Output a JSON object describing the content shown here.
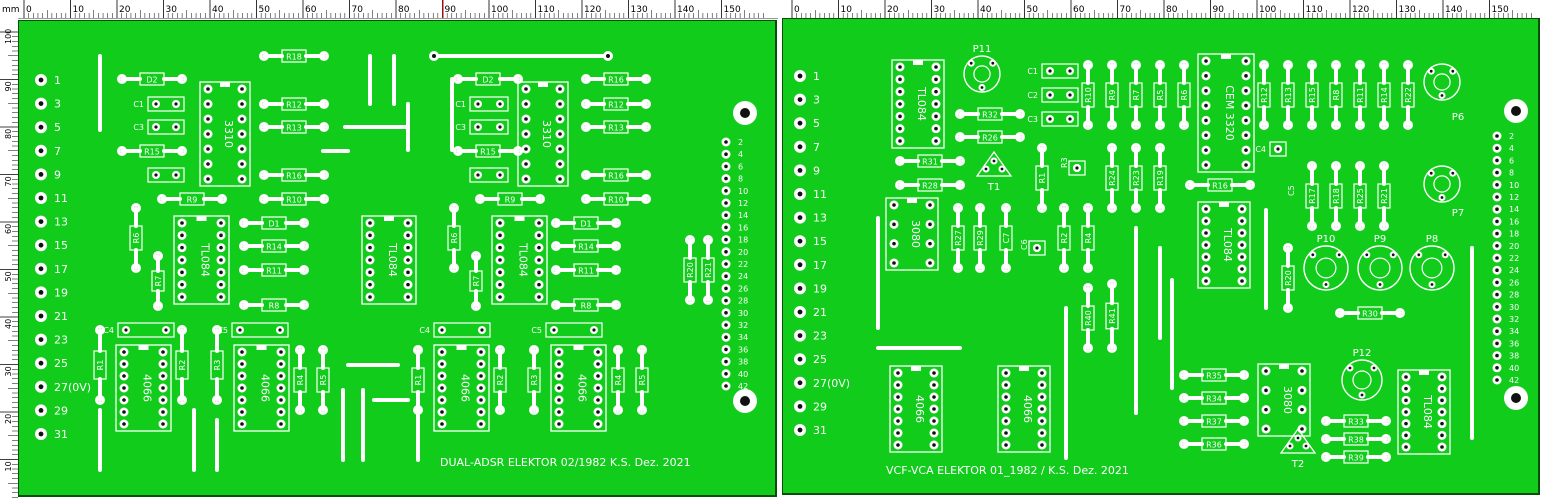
{
  "colors": {
    "board": "#11cc1b",
    "copper": "#ffffff",
    "silk": "#ffffff",
    "pad_hole": "#111111",
    "ruler_text": "#000000",
    "ruler_marker": "#cc0000"
  },
  "rulers": {
    "unit": "mm",
    "left_h_labels": [
      "0",
      "10",
      "20",
      "30",
      "40",
      "50",
      "60",
      "70",
      "80",
      "90",
      "100",
      "110",
      "120",
      "130",
      "140",
      "150"
    ],
    "right_h_labels": [
      "0",
      "10",
      "20",
      "30",
      "40",
      "50",
      "60",
      "70",
      "80",
      "90",
      "100",
      "110",
      "120",
      "130",
      "140",
      "150"
    ],
    "v_labels": [
      "100",
      "90",
      "80",
      "70",
      "60",
      "50",
      "40",
      "30",
      "20",
      "10"
    ]
  },
  "left_board": {
    "title": "DUAL-ADSR ELEKTOR 02/1982 K.S. Dez. 2021",
    "pins_left": [
      "1",
      "3",
      "5",
      "7",
      "9",
      "11",
      "13",
      "15",
      "17",
      "19",
      "21",
      "23",
      "25",
      "27(0V)",
      "29",
      "31"
    ],
    "pins_right": [
      "2",
      "4",
      "6",
      "8",
      "10",
      "12",
      "14",
      "16",
      "18",
      "20",
      "22",
      "24",
      "26",
      "28",
      "30",
      "32",
      "34",
      "36",
      "38",
      "40",
      "42"
    ],
    "ics": [
      {
        "label": "3310"
      },
      {
        "label": "3310"
      },
      {
        "label": "TL084"
      },
      {
        "label": "TL084"
      },
      {
        "label": "TL084"
      },
      {
        "label": "4066"
      },
      {
        "label": "4066"
      },
      {
        "label": "4066"
      },
      {
        "label": "4066"
      }
    ],
    "parts": [
      "R18",
      "D2",
      "C1",
      "C3",
      "R12",
      "R13",
      "R15",
      "R16",
      "R10",
      "R9",
      "D1",
      "R6",
      "R14",
      "R7",
      "R11",
      "R8",
      "C4",
      "C5",
      "R1",
      "R2",
      "R3",
      "R4",
      "R5",
      "R20",
      "R21",
      "D2",
      "C1",
      "C3",
      "R16",
      "R12",
      "R13",
      "R15",
      "R16",
      "R10",
      "R9",
      "D1",
      "R6",
      "R14",
      "R7",
      "R11",
      "R8",
      "C4",
      "C5",
      "R1",
      "R2",
      "R3",
      "R4",
      "R5"
    ]
  },
  "right_board": {
    "title": "VCF-VCA ELEKTOR 01_1982 / K.S. Dez. 2021",
    "pins_left": [
      "1",
      "3",
      "5",
      "7",
      "9",
      "11",
      "13",
      "15",
      "17",
      "19",
      "21",
      "23",
      "25",
      "27(0V)",
      "29",
      "31"
    ],
    "pins_right": [
      "2",
      "4",
      "6",
      "8",
      "10",
      "12",
      "14",
      "16",
      "18",
      "20",
      "22",
      "24",
      "26",
      "28",
      "30",
      "32",
      "34",
      "36",
      "38",
      "40",
      "42"
    ],
    "ics": [
      {
        "label": "TL084"
      },
      {
        "label": "3080"
      },
      {
        "label": "CEM 3320"
      },
      {
        "label": "TL084"
      },
      {
        "label": "4066"
      },
      {
        "label": "4066"
      },
      {
        "label": "3080"
      },
      {
        "label": "TL084"
      }
    ],
    "pots": [
      "P11",
      "P6",
      "P7",
      "P10",
      "P9",
      "P8",
      "P12"
    ],
    "transistors": [
      "T1",
      "T2"
    ],
    "parts": [
      "C1",
      "C2",
      "C3",
      "R32",
      "R26",
      "R31",
      "R28",
      "R27",
      "R29",
      "C7",
      "C6",
      "R3",
      "R1",
      "R2",
      "R4",
      "R24",
      "R23",
      "R19",
      "R10",
      "R9",
      "R7",
      "R5",
      "R6",
      "R12",
      "R13",
      "R15",
      "R8",
      "R11",
      "R14",
      "R22",
      "C4",
      "C5",
      "R17",
      "R18",
      "R25",
      "R21",
      "R16",
      "R20",
      "R40",
      "R41",
      "R35",
      "R34",
      "R37",
      "R36",
      "R33",
      "R38",
      "R39",
      "R30"
    ]
  }
}
